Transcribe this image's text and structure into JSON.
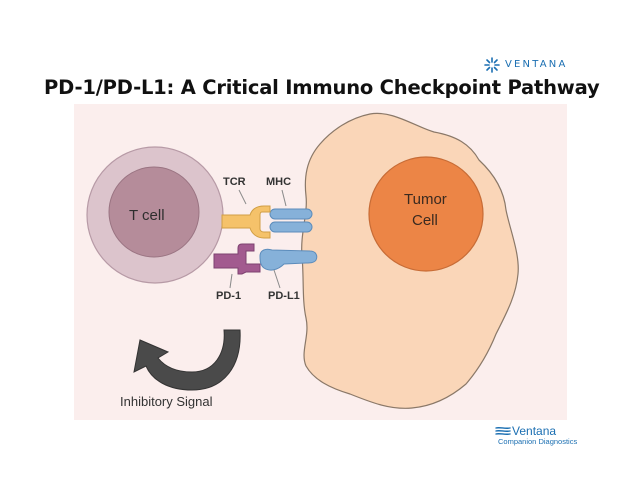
{
  "header": {
    "brand_logo_text": "VENTANA",
    "title": "PD-1/PD-L1: A Critical Immuno Checkpoint Pathway"
  },
  "diagram": {
    "t_cell_label": "T cell",
    "tumor_cell_label_line1": "Tumor",
    "tumor_cell_label_line2": "Cell",
    "tcr_label": "TCR",
    "mhc_label": "MHC",
    "pd1_label": "PD-1",
    "pdl1_label": "PD-L1",
    "signal_label": "Inhibitory Signal"
  },
  "footer": {
    "brand_name": "Ventana",
    "brand_subtitle": "Companion Diagnostics"
  },
  "colors": {
    "panel_bg": "#fbeeed",
    "t_cell_outer": "#dcc4cc",
    "t_cell_inner": "#b58c9a",
    "tumor_cell": "#fad6b8",
    "tumor_nucleus": "#ec8546",
    "tcr": "#f5c26a",
    "mhc": "#86b1d9",
    "pd1": "#a25a8f",
    "pdl1": "#86b1d9",
    "arrow": "#4a4a4a",
    "brand": "#1b6fb2"
  }
}
